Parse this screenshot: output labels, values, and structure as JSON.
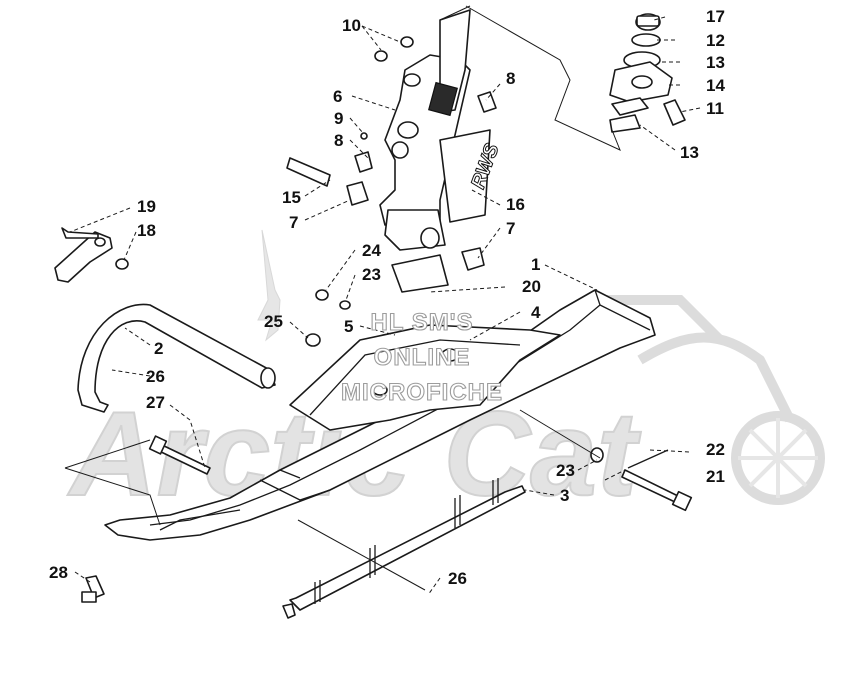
{
  "watermark": {
    "lines": [
      "HL SM'S",
      "ONLINE",
      "MICROFICHE"
    ],
    "brand": "Arctic Cat"
  },
  "callouts": [
    {
      "id": "c10",
      "text": "10"
    },
    {
      "id": "c6",
      "text": "6"
    },
    {
      "id": "c9",
      "text": "9"
    },
    {
      "id": "c8a",
      "text": "8"
    },
    {
      "id": "c8b",
      "text": "8"
    },
    {
      "id": "c15",
      "text": "15"
    },
    {
      "id": "c7a",
      "text": "7"
    },
    {
      "id": "c16",
      "text": "16"
    },
    {
      "id": "c7b",
      "text": "7"
    },
    {
      "id": "c17",
      "text": "17"
    },
    {
      "id": "c12",
      "text": "12"
    },
    {
      "id": "c13a",
      "text": "13"
    },
    {
      "id": "c14",
      "text": "14"
    },
    {
      "id": "c11",
      "text": "11"
    },
    {
      "id": "c13b",
      "text": "13"
    },
    {
      "id": "c19",
      "text": "19"
    },
    {
      "id": "c18",
      "text": "18"
    },
    {
      "id": "c24",
      "text": "24"
    },
    {
      "id": "c23a",
      "text": "23"
    },
    {
      "id": "c1",
      "text": "1"
    },
    {
      "id": "c20",
      "text": "20"
    },
    {
      "id": "c25",
      "text": "25"
    },
    {
      "id": "c5",
      "text": "5"
    },
    {
      "id": "c4",
      "text": "4"
    },
    {
      "id": "c2",
      "text": "2"
    },
    {
      "id": "c26a",
      "text": "26"
    },
    {
      "id": "c27",
      "text": "27"
    },
    {
      "id": "c22",
      "text": "22"
    },
    {
      "id": "c23b",
      "text": "23"
    },
    {
      "id": "c21",
      "text": "21"
    },
    {
      "id": "c3",
      "text": "3"
    },
    {
      "id": "c28",
      "text": "28"
    },
    {
      "id": "c26b",
      "text": "26"
    }
  ],
  "decal_text": "RWS"
}
